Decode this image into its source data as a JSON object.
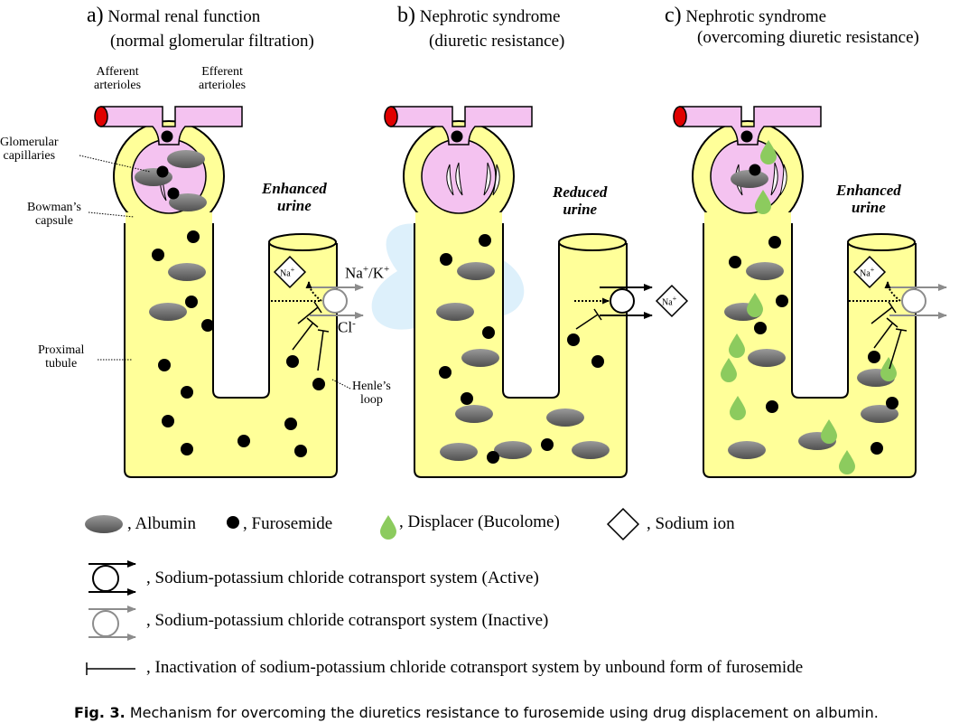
{
  "panels": [
    {
      "letter": "a)",
      "title1": "Normal renal function",
      "title2": "(normal glomerular filtration)",
      "urine1": "Enhanced",
      "urine2": "urine"
    },
    {
      "letter": "b)",
      "title1": "Nephrotic syndrome",
      "title2": "(diuretic resistance)",
      "urine1": "Reduced",
      "urine2": "urine"
    },
    {
      "letter": "c)",
      "title1": "Nephrotic syndrome",
      "title2": "(overcoming diuretic resistance)",
      "urine1": "Enhanced",
      "urine2": "urine"
    }
  ],
  "anatomy": {
    "afferent": "Afferent",
    "afferent2": "arterioles",
    "efferent": "Efferent",
    "efferent2": "arterioles",
    "glomerular": "Glomerular",
    "glomerular2": "capillaries",
    "bowman": "Bowman’s",
    "bowman2": "capsule",
    "proximal": "Proximal",
    "proximal2": "tubule",
    "henle": "Henle’s",
    "henle2": "loop"
  },
  "ions": {
    "na": "Na",
    "plus": "+",
    "nak": "Na",
    "kplus": "+",
    "slash_k": "/K",
    "cl": "Cl",
    "minus": "-"
  },
  "legend": {
    "albumin": ", Albumin",
    "furosemide": ", Furosemide",
    "displacer": ", Displacer (Bucolome)",
    "sodium": ", Sodium ion",
    "active": ", Sodium-potassium chloride cotransport system (Active)",
    "inactive": ", Sodium-potassium chloride cotransport system (Inactive)",
    "inactivation": ", Inactivation of sodium-potassium chloride cotransport system by unbound form of furosemide"
  },
  "caption": {
    "label": "Fig. 3.",
    "text": " Mechanism for overcoming the diuretics resistance to furosemide using drug displacement on albumin."
  },
  "colors": {
    "tubule": "#FFFF99",
    "capsule_inner": "#F4C2F0",
    "artery_cap": "#E00000",
    "albumin": "#6E6E6E",
    "displacer": "#8CCB5E",
    "active": "#000000",
    "inactive": "#8C8C8C"
  }
}
